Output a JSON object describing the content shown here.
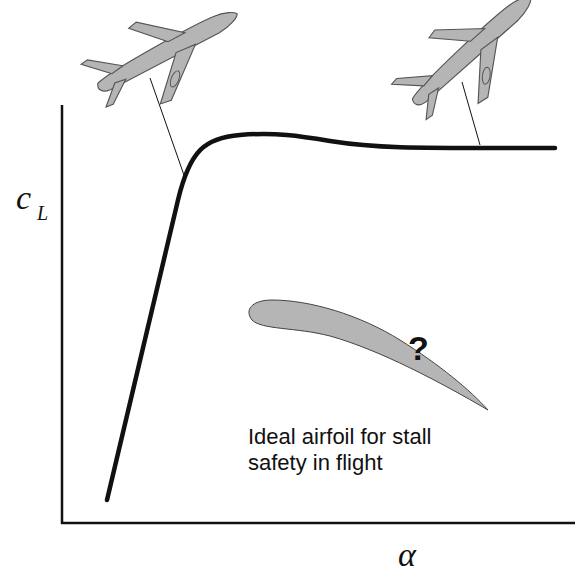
{
  "diagram": {
    "labels": [
      "c",
      "L",
      "α",
      "?",
      "Ideal airfoil for stall safety in flight"
    ]
  }
}
